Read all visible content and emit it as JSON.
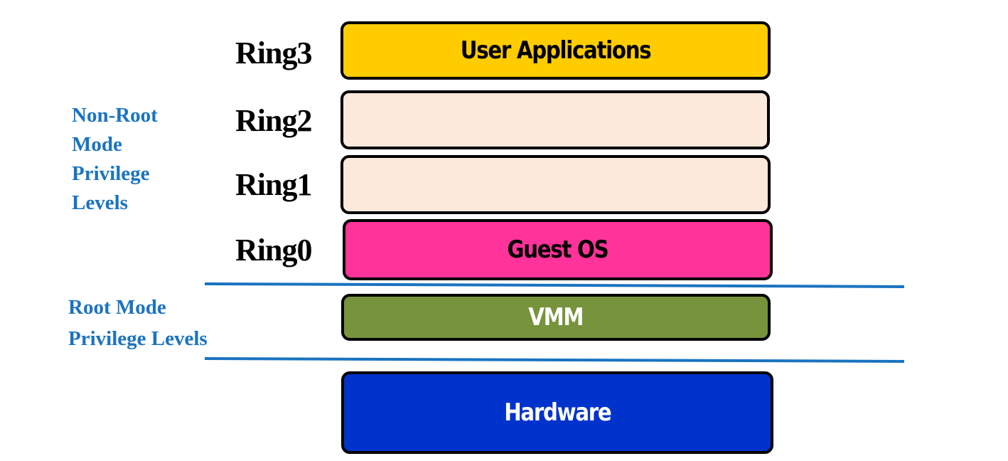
{
  "diagram": {
    "mode_labels": {
      "non_root": [
        "Non-Root",
        "Mode",
        "Privilege",
        "Levels"
      ],
      "root": [
        "Root Mode",
        "Privilege Levels"
      ],
      "color": "#1a73c0"
    },
    "rings": [
      {
        "label": "Ring3",
        "layer": "User Applications",
        "fill": "#ffcc00",
        "text_color": "#000000"
      },
      {
        "label": "Ring2",
        "layer": "",
        "fill": "#fce9dc",
        "text_color": "#000000"
      },
      {
        "label": "Ring1",
        "layer": "",
        "fill": "#fce9dc",
        "text_color": "#000000"
      },
      {
        "label": "Ring0",
        "layer": "Guest OS",
        "fill": "#ff3399",
        "text_color": "#000000"
      }
    ],
    "vmm": {
      "layer": "VMM",
      "fill": "#77933c",
      "text_color": "#ffffff"
    },
    "hardware": {
      "layer": "Hardware",
      "fill": "#0033cc",
      "text_color": "#ffffff"
    },
    "divider_color": "#1a73c0"
  }
}
